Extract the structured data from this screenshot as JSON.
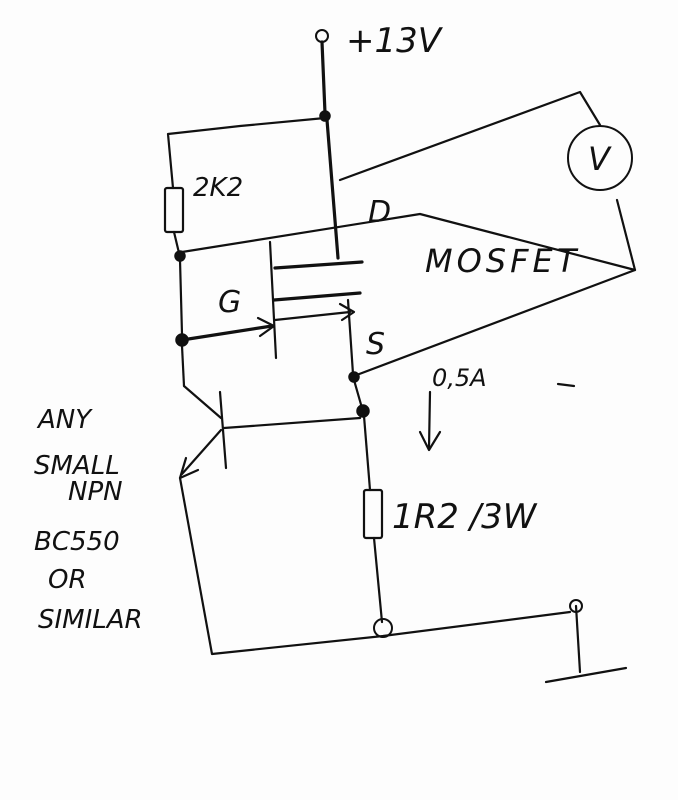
{
  "labels": {
    "supply": "+13V",
    "drain": "D",
    "gate": "G",
    "source": "S",
    "mosfet": "MOSFET",
    "resistor_top": "2K2",
    "resistor_bottom": "1R2 /3W",
    "current": "0,5A",
    "meter": "V"
  },
  "note": {
    "line1": "ANY",
    "line2": "SMALL",
    "line3": "NPN",
    "line4": "BC550",
    "line5": "OR",
    "line6": "SIMILAR"
  }
}
